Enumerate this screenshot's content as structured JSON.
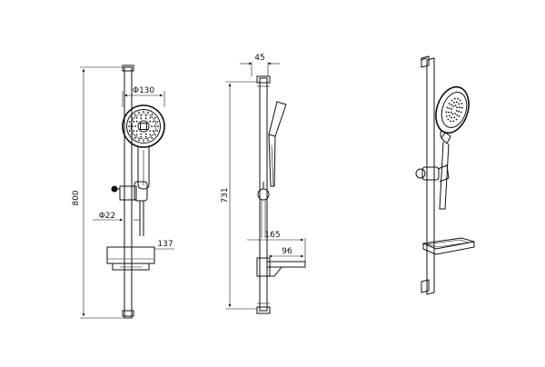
{
  "views": {
    "front": {
      "dimensions": {
        "total_height": "800",
        "head_diameter": "Φ130",
        "rail_diameter": "Φ22",
        "dish_depth": "137"
      }
    },
    "side": {
      "dimensions": {
        "top_offset": "45",
        "height": "731",
        "projection": "165",
        "dish_width": "96"
      }
    },
    "perspective": {}
  }
}
